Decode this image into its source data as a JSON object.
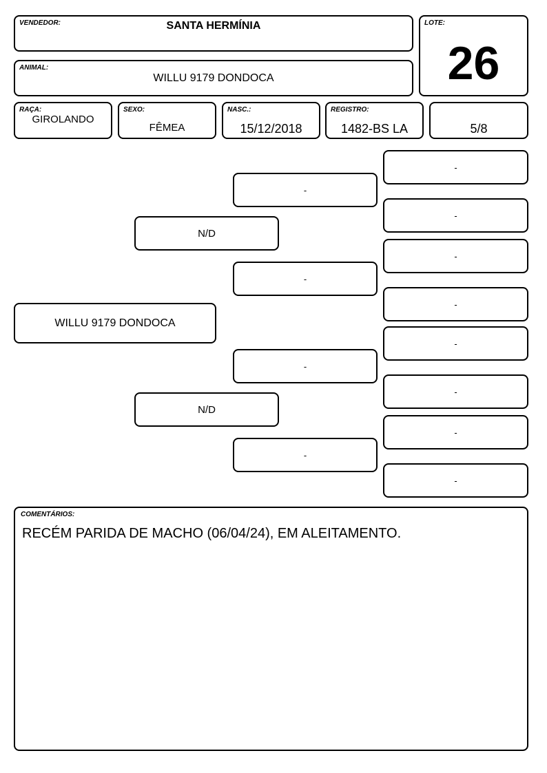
{
  "header": {
    "vendedor_label": "VENDEDOR:",
    "vendedor": "SANTA HERMÍNIA",
    "lote_label": "LOTE:",
    "lote": "26",
    "animal_label": "ANIMAL:",
    "animal": "WILLU 9179 DONDOCA",
    "raca_label": "RAÇA:",
    "raca": "GIROLANDO",
    "sexo_label": "SEXO:",
    "sexo": "FÊMEA",
    "nasc_label": "NASC.:",
    "nasc": "15/12/2018",
    "registro_label": "REGISTRO:",
    "registro": "1482-BS LA",
    "grau": "5/8"
  },
  "pedigree": {
    "animal": "WILLU 9179 DONDOCA",
    "sire": "N/D",
    "dam": "N/D",
    "grandparents": [
      "-",
      "-",
      "-",
      "-"
    ],
    "great_grandparents": [
      "-",
      "-",
      "-",
      "-",
      "-",
      "-",
      "-",
      "-"
    ]
  },
  "comments": {
    "label": "COMENTÁRIOS:",
    "text": "RECÉM PARIDA DE MACHO (06/04/24), EM ALEITAMENTO."
  }
}
